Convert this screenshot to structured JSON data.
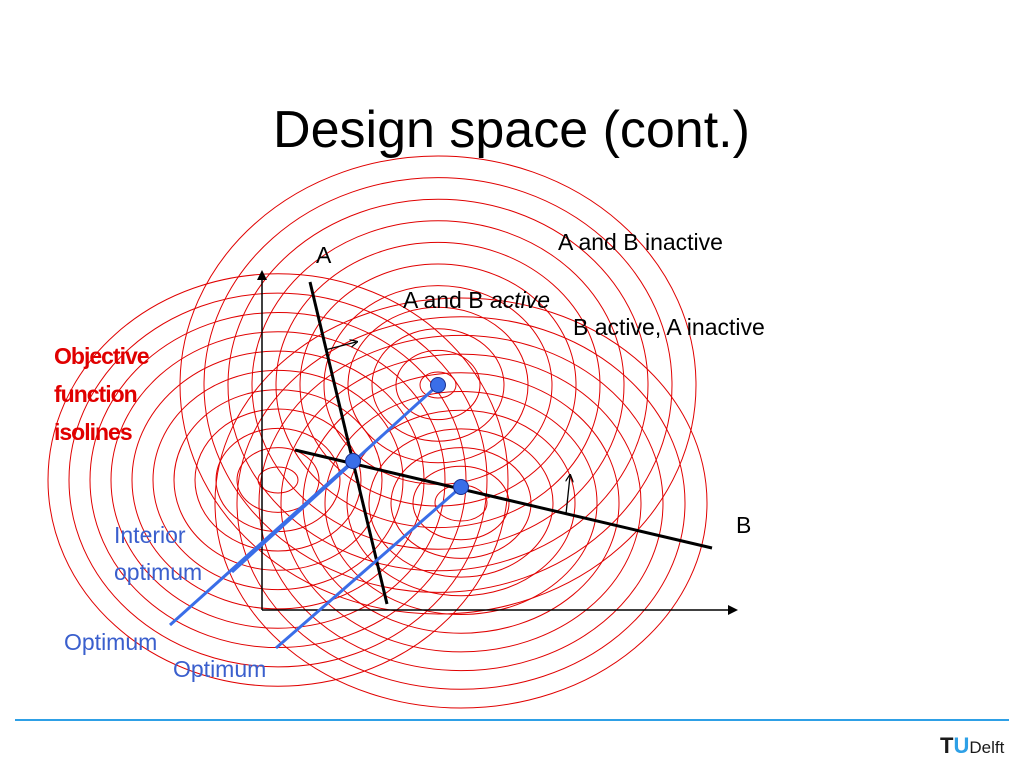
{
  "slide": {
    "title": "Design space (cont.)",
    "labels": {
      "a": "A",
      "b": "B",
      "ab_inactive": "A and B inactive",
      "ab_active_prefix": "A and B ",
      "ab_active_emph": "active",
      "b_active_a_inactive": "B active, A inactive",
      "objective_line1": "Objective",
      "objective_line2": "function",
      "objective_line3": "isolines",
      "interior_line1": "Interior",
      "interior_line2": "optimum",
      "optimum_1": "Optimum",
      "optimum_2": "Optimum"
    },
    "logo": {
      "t": "T",
      "u": "U",
      "delft": "Delft"
    },
    "colors": {
      "isoline": "#e00000",
      "optimum": "#3a6ee8",
      "constraint": "#000000",
      "accent": "#2ea0e6"
    }
  }
}
